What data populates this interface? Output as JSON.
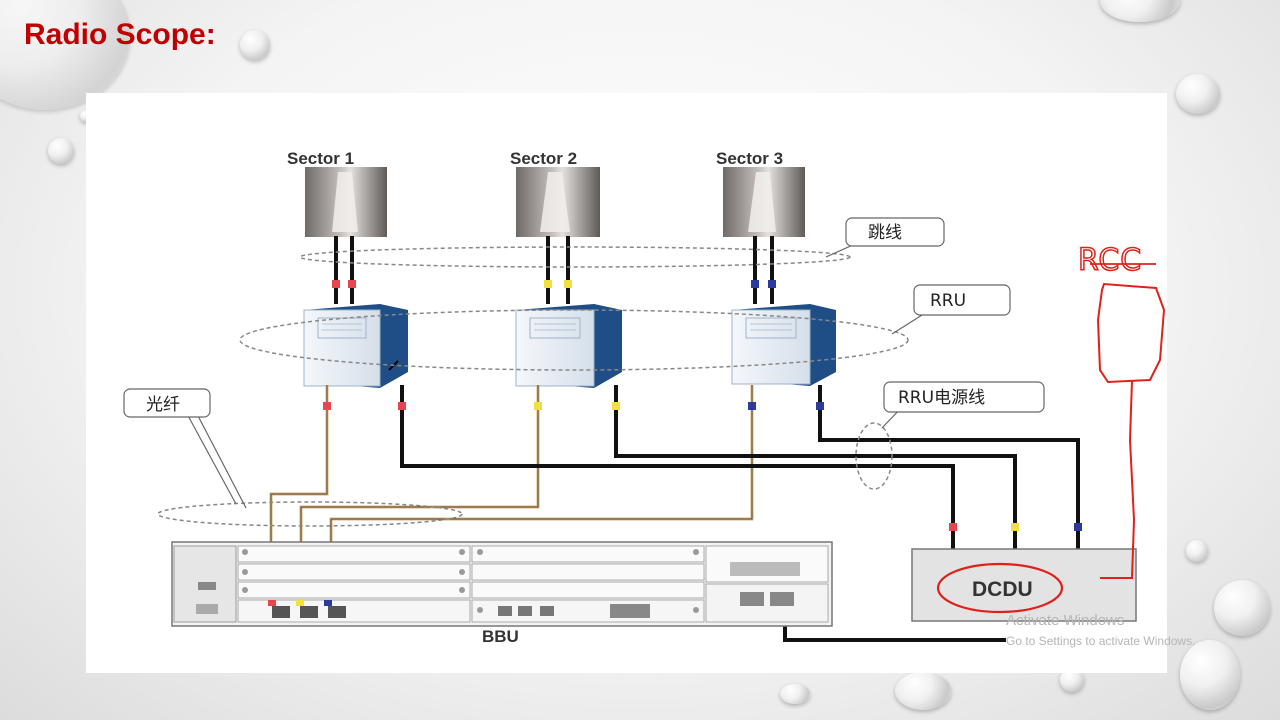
{
  "slide": {
    "title": "Radio Scope:"
  },
  "diagram": {
    "sectors": [
      "Sector 1",
      "Sector 2",
      "Sector 3"
    ],
    "callouts": {
      "jumper": "跳线",
      "rru": "RRU",
      "rru_power": "RRU电源线",
      "fiber": "光纤"
    },
    "bbu_label": "BBU",
    "dcdu_label": "DCDU",
    "handwritten_note": "RCC",
    "colors": {
      "sector1": "#e8454f",
      "sector2": "#f0e040",
      "sector3": "#2c3a9c",
      "annotation": "#e0201a",
      "fiber": "#d8b07a"
    }
  },
  "overlay": {
    "watermark_line1": "Activate Windows",
    "watermark_line2": "Go to Settings to activate Windows."
  }
}
